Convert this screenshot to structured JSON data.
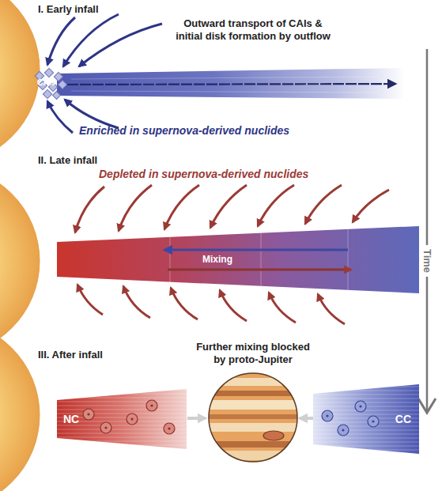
{
  "diagram": {
    "nodes": [
      {
        "text": [
          "NC"
        ]
      },
      {
        "text": [
          "CC"
        ]
      }
    ],
    "labels": [
      "I. Early infall",
      "Outward transport of CAIs & initial disk formation by outflow",
      "CAIs",
      "Enriched in supernova-derived nuclides",
      "II. Late infall",
      "Depleted in supernova-derived nuclides",
      "Mixing",
      "III. After infall",
      "Further mixing blocked by proto-Jupiter",
      "Time"
    ]
  }
}
